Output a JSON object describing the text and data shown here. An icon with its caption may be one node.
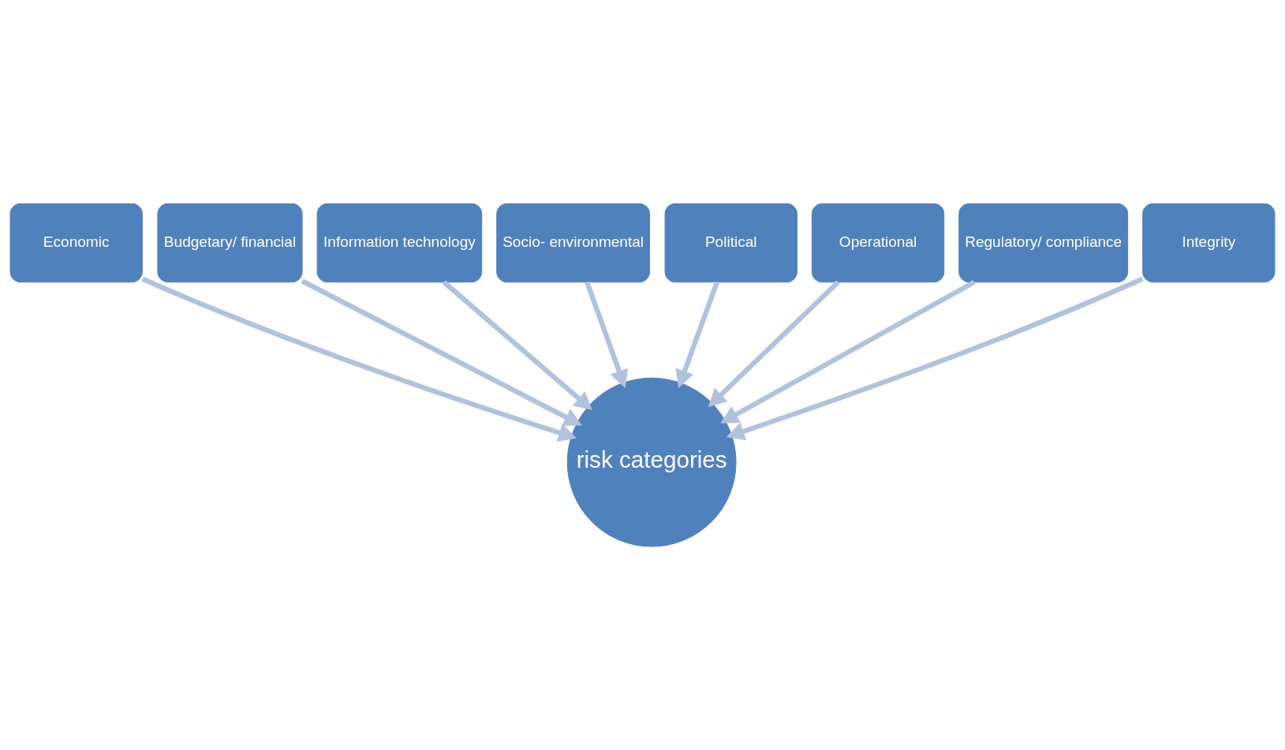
{
  "diagram": {
    "nodes": [
      {
        "text": [
          "Economic"
        ]
      },
      {
        "text": [
          "Budgetary/ financial"
        ]
      },
      {
        "text": [
          "Information technology"
        ]
      },
      {
        "text": [
          "Socio- environmental"
        ]
      },
      {
        "text": [
          "Political"
        ]
      },
      {
        "text": [
          "Operational"
        ]
      },
      {
        "text": [
          "Regulatory/ compliance"
        ]
      },
      {
        "text": [
          "Integrity"
        ]
      },
      {
        "text": [
          "risk categories"
        ]
      }
    ],
    "edges": [
      {
        "from": 0,
        "to": 8,
        "arrow": "to"
      },
      {
        "from": 1,
        "to": 8,
        "arrow": "to"
      },
      {
        "from": 2,
        "to": 8,
        "arrow": "to"
      },
      {
        "from": 3,
        "to": 8,
        "arrow": "to"
      },
      {
        "from": 4,
        "to": 8,
        "arrow": "to"
      },
      {
        "from": 5,
        "to": 8,
        "arrow": "to"
      },
      {
        "from": 6,
        "to": 8,
        "arrow": "to"
      },
      {
        "from": 7,
        "to": 8,
        "arrow": "to"
      }
    ]
  }
}
